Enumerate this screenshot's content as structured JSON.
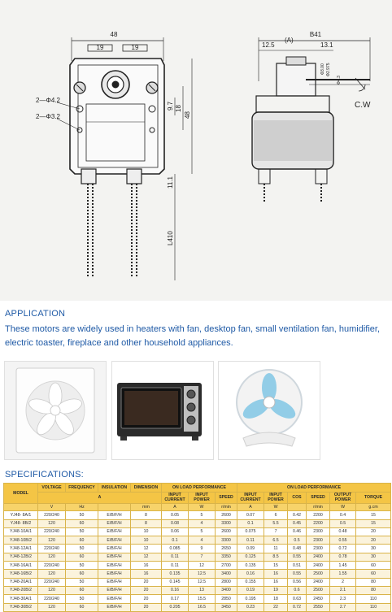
{
  "drawing": {
    "dims": {
      "width_48": "48",
      "w19_a": "19",
      "w19_b": "19",
      "hole_42": "2—Φ4.2",
      "hole_32": "2—Φ3.2",
      "h97": "9.7",
      "h18": "18",
      "h48": "48",
      "h111": "11.1",
      "l410": "L410",
      "b41": "B41",
      "d125": "12.5",
      "a_mark": "(A)",
      "d131": "13.1",
      "shaft1": "Φ3.00",
      "shaft2": "Φ2.975",
      "shaft3": "Φ4.3",
      "cw": "C.W"
    }
  },
  "application": {
    "heading": "APPLICATION",
    "text": "These motors are widely used in heaters with fan, desktop fan, small ventilation fan, humidifier, electric toaster, fireplace and other household appliances."
  },
  "photos": {
    "photo1": "ventilation-fan",
    "photo2": "electric-oven",
    "photo3": "desktop-fan"
  },
  "specs": {
    "heading": "SPECIFICATIONS:",
    "header1": {
      "model": "MODEL",
      "voltage": "VOLTAGE",
      "frequency": "FREQUENCY",
      "insulation": "INSULATION",
      "dimension": "DIMENSION",
      "on_load": "ON LOAD PERFORMANCE",
      "on_load2": "ON LOAD PERFORMANCE"
    },
    "header2": {
      "a": "A",
      "input_current": "INPUT CURRENT",
      "input_power": "INPUT POWER",
      "speed": "SPEED",
      "output_current": "INPUT CURRENT",
      "output_power_in": "INPUT POWER",
      "cos": "COS",
      "speed2": "SPEED",
      "output_power": "OUTPUT POWER",
      "torque": "TORQUE"
    },
    "units": [
      "V",
      "Hz",
      "",
      "mm",
      "A",
      "W",
      "r/min",
      "A",
      "W",
      "",
      "r/min",
      "W",
      "g.cm"
    ],
    "rows": [
      [
        "YJ48- 8A/1",
        "220/240",
        "50",
        "E/B/F/H",
        "8",
        "0.05",
        "5",
        "2600",
        "0.07",
        "6",
        "0.42",
        "2200",
        "0.4",
        "15"
      ],
      [
        "YJ48- 8B/2",
        "120",
        "60",
        "E/B/F/H",
        "8",
        "0.08",
        "4",
        "3300",
        "0.1",
        "5.5",
        "0.45",
        "2200",
        "0.5",
        "15"
      ],
      [
        "YJ48-10A/1",
        "220/240",
        "50",
        "E/B/F/H",
        "10",
        "0.06",
        "5",
        "2600",
        "0.075",
        "7",
        "0.46",
        "2300",
        "0.48",
        "20"
      ],
      [
        "YJ48-10B/2",
        "120",
        "60",
        "E/B/F/H",
        "10",
        "0.1",
        "4",
        "3300",
        "0.11",
        "6.5",
        "0.5",
        "2300",
        "0.55",
        "20"
      ],
      [
        "YJ48-12A/1",
        "220/240",
        "50",
        "E/B/F/H",
        "12",
        "0.085",
        "9",
        "2650",
        "0.09",
        "11",
        "0.48",
        "2300",
        "0.72",
        "30"
      ],
      [
        "YJ48-12B/2",
        "120",
        "60",
        "E/B/F/H",
        "12",
        "0.11",
        "7",
        "3350",
        "0.125",
        "8.5",
        "0.55",
        "2400",
        "0.78",
        "30"
      ],
      [
        "YJ48-16A/1",
        "220/240",
        "50",
        "E/B/F/H",
        "16",
        "0.11",
        "12",
        "2700",
        "0.135",
        "15",
        "0.51",
        "2400",
        "1.45",
        "60"
      ],
      [
        "YJ48-16B/2",
        "120",
        "60",
        "E/B/F/H",
        "16",
        "0.135",
        "12.5",
        "3400",
        "0.16",
        "16",
        "0.55",
        "2500",
        "1.55",
        "60"
      ],
      [
        "YJ48-20A/1",
        "220/240",
        "50",
        "E/B/F/H",
        "20",
        "0.145",
        "12.5",
        "2800",
        "0.155",
        "16",
        "0.56",
        "2400",
        "2",
        "80"
      ],
      [
        "YJ48-20B/2",
        "120",
        "60",
        "E/B/F/H",
        "20",
        "0.16",
        "13",
        "3400",
        "0.19",
        "19",
        "0.6",
        "2500",
        "2.1",
        "80"
      ],
      [
        "YJ48-30A/1",
        "220/240",
        "50",
        "E/B/F/H",
        "20",
        "0.17",
        "15.5",
        "2850",
        "0.195",
        "18",
        "0.63",
        "2450",
        "2.3",
        "110"
      ],
      [
        "YJ48-30B/2",
        "120",
        "60",
        "E/B/F/H",
        "20",
        "0.205",
        "16.5",
        "3450",
        "0.23",
        "22",
        "0.72",
        "2550",
        "2.7",
        "110"
      ]
    ]
  }
}
